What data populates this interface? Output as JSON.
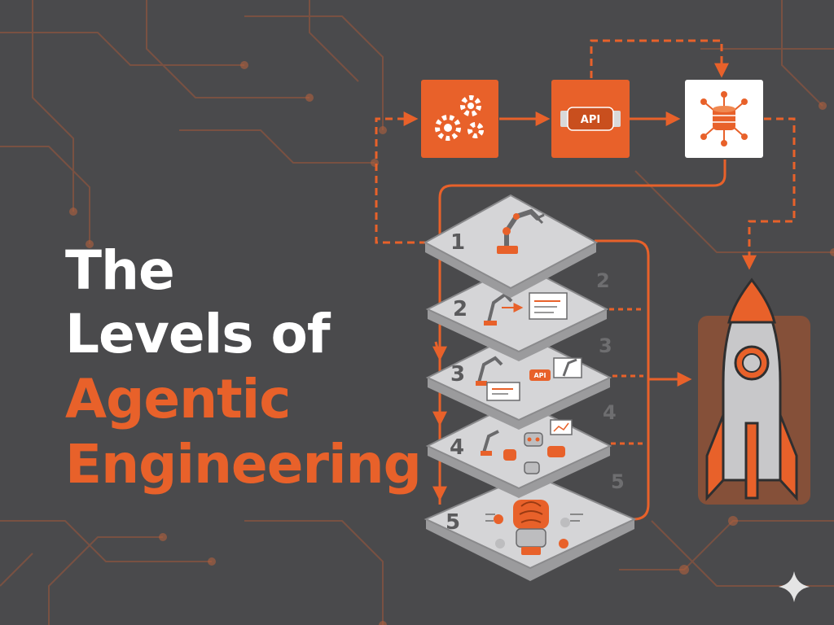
{
  "title": {
    "line1": "The",
    "line2": "Levels of",
    "line3": "Agentic",
    "line4": "Engineering"
  },
  "levels": [
    {
      "number": "1",
      "ghost": "",
      "icon": "robot-arm-icon"
    },
    {
      "number": "2",
      "ghost": "2",
      "icon": "robot-arm-to-screen-icon"
    },
    {
      "number": "3",
      "ghost": "3",
      "icon": "robots-with-api-icon"
    },
    {
      "number": "4",
      "ghost": "4",
      "icon": "multi-agent-robots-icon"
    },
    {
      "number": "5",
      "ghost": "5",
      "icon": "brain-robot-icon"
    }
  ],
  "pipeline": {
    "gears_icon": "gears-icon",
    "api_label": "API",
    "database_icon": "database-network-icon"
  },
  "api_small_label": "API",
  "target_icon": "rocket-icon",
  "corner_icon": "sparkle-icon",
  "colors": {
    "background": "#4a4a4c",
    "accent": "#e8612a",
    "tile": "#d5d5d7",
    "white": "#ffffff"
  }
}
